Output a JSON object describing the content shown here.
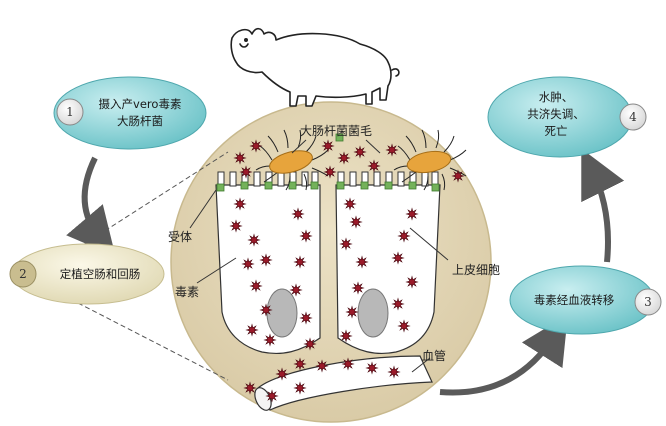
{
  "steps": [
    {
      "number": "1",
      "lines": [
        "摄入产vero毒素",
        "大肠杆菌"
      ]
    },
    {
      "number": "2",
      "lines": [
        "定植空肠和回肠"
      ]
    },
    {
      "number": "3",
      "lines": [
        "毒素经血液转移"
      ]
    },
    {
      "number": "4",
      "lines": [
        "水肿、",
        "共济失调、",
        "死亡"
      ]
    }
  ],
  "labels": {
    "pili": "大肠杆菌菌毛",
    "receptor": "受体",
    "toxin": "毒素",
    "epithelial": "上皮细胞",
    "vessel": "血管"
  },
  "colors": {
    "teal": "#7ecdd0",
    "ellipse_light": "#efe9cc",
    "circle_fill": "#e1d4b4",
    "toxin_red": "#9c1a2a",
    "bacteria": "#e7a43c",
    "receptor_green": "#74b25a",
    "arrow": "#555555"
  }
}
